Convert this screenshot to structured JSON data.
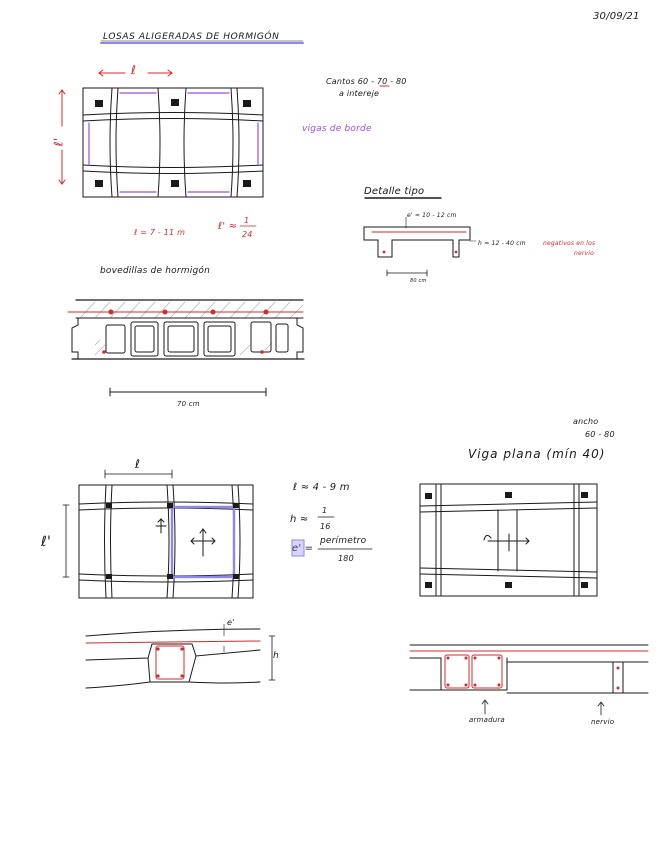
{
  "colors": {
    "ink": "#1a1a1a",
    "red": "#d42a2a",
    "purple": "#a24ce6",
    "blue_highlight": "#8f86ee",
    "hatch": "#b8b8b8"
  },
  "header": {
    "date": "30/09/21",
    "title": "LOSAS ALIGERADAS DE HORMIGÓN"
  },
  "sec1": {
    "span_l": "ℓ",
    "span_l2": "ℓ'",
    "cantos_line1": "Cantos 60 - 70 - 80",
    "cantos_line2": "a intereje",
    "vigas_borde": "vigas de borde",
    "l_range": "ℓ = 7 - 11 m",
    "ratio_lhs": "ℓ' ≈",
    "ratio_num": "1",
    "ratio_den": "24"
  },
  "detalle": {
    "title": "Detalle tipo",
    "e_label": "e' ≈ 10 - 12 cm",
    "h_label": "h ≈ 12 - 40 cm",
    "refuerzo_1": "negativos en los",
    "refuerzo_2": "nervio",
    "width": "80 cm"
  },
  "bovedillas": {
    "title": "bovedillas de hormigón",
    "dim": "70 cm"
  },
  "sec2": {
    "l": "ℓ",
    "l2": "ℓ'",
    "l_range": "ℓ ≈ 4 - 9 m",
    "h_lhs": "h ≈",
    "h_num": "1",
    "h_den": "16",
    "e_lhs": "e' =",
    "e_num": "perímetro",
    "e_den": "180",
    "e_mark": "e'",
    "h_mark": "h"
  },
  "viga": {
    "ancho": "ancho",
    "ancho_range": "60 - 80",
    "title": "Viga plana (mín 40)",
    "armadura": "armadura",
    "nervio": "nervio"
  }
}
